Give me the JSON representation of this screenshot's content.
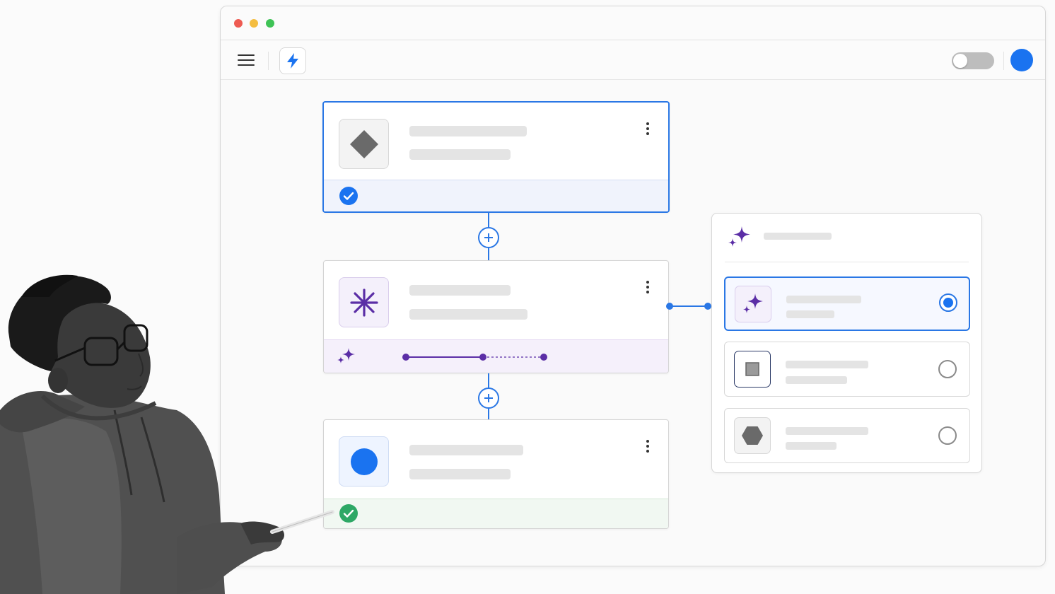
{
  "colors": {
    "accent_blue": "#1a73f0",
    "ai_purple": "#5b2ea6",
    "success_green": "#2ea866",
    "traffic_red": "#ee5b52",
    "traffic_yellow": "#f4bd40",
    "traffic_green": "#3fc356"
  },
  "toolbar": {
    "menu_icon": "hamburger-menu-icon",
    "app_icon": "lightning-bolt-icon",
    "toggle_state": "off"
  },
  "flow": {
    "steps": [
      {
        "icon": "diamond-icon",
        "status": "completed",
        "status_icon": "blue-check-icon"
      },
      {
        "icon": "asterisk-icon",
        "status": "ai-processing",
        "status_icon": "sparkle-icon",
        "progress": "2 of 3 stages"
      },
      {
        "icon": "circle-icon",
        "status": "completed",
        "status_icon": "green-check-icon"
      }
    ],
    "add_step_icon": "plus-icon"
  },
  "ai_panel": {
    "header_icon": "sparkle-icon",
    "options": [
      {
        "icon": "sparkle-icon",
        "selected": true
      },
      {
        "icon": "square-icon",
        "selected": false
      },
      {
        "icon": "hexagon-icon",
        "selected": false
      }
    ]
  }
}
